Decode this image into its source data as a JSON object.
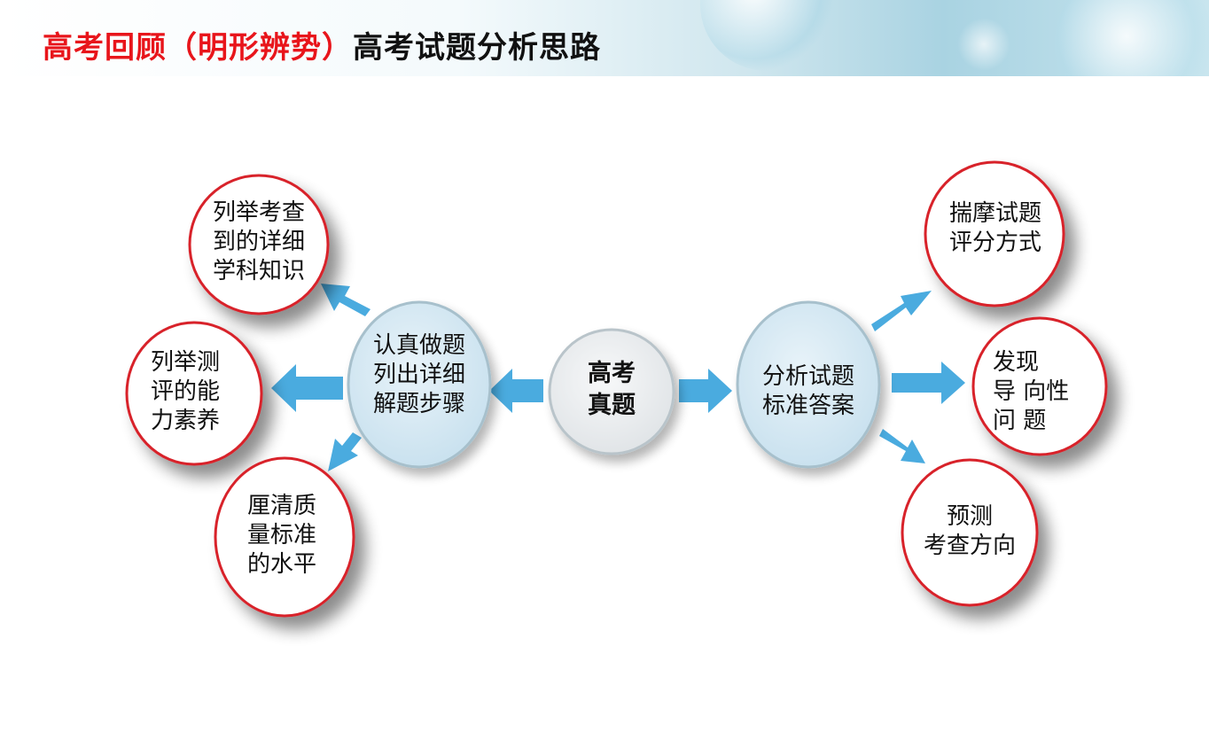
{
  "header": {
    "title_red": "高考回顾（明形辨势）",
    "title_black": "高考试题分析思路"
  },
  "diagram": {
    "center": {
      "lines": [
        "高考",
        "真题"
      ]
    },
    "left_hub": {
      "lines": [
        "认真做题",
        "列出详细",
        "解题步骤"
      ]
    },
    "right_hub": {
      "lines": [
        "分析试题",
        "标准答案"
      ]
    },
    "left_outputs": [
      {
        "lines": [
          "列举考查",
          "到的详细",
          "学科知识"
        ]
      },
      {
        "lines": [
          "列举测",
          "评的能",
          "力素养"
        ]
      },
      {
        "lines": [
          "厘清质",
          "量标准",
          "的水平"
        ]
      }
    ],
    "right_outputs": [
      {
        "lines": [
          "揣摩试题",
          "评分方式"
        ]
      },
      {
        "lines": [
          "发现",
          "导 向性",
          "问 题"
        ]
      },
      {
        "lines": [
          "预测",
          "考查方向"
        ]
      }
    ],
    "colors": {
      "arrow": "#4aabdf",
      "hub_fill": "#d6e9f4",
      "hub_stroke": "#a7c0cc",
      "center_fill": "#e9ecee",
      "output_stroke": "#d8232a"
    }
  }
}
